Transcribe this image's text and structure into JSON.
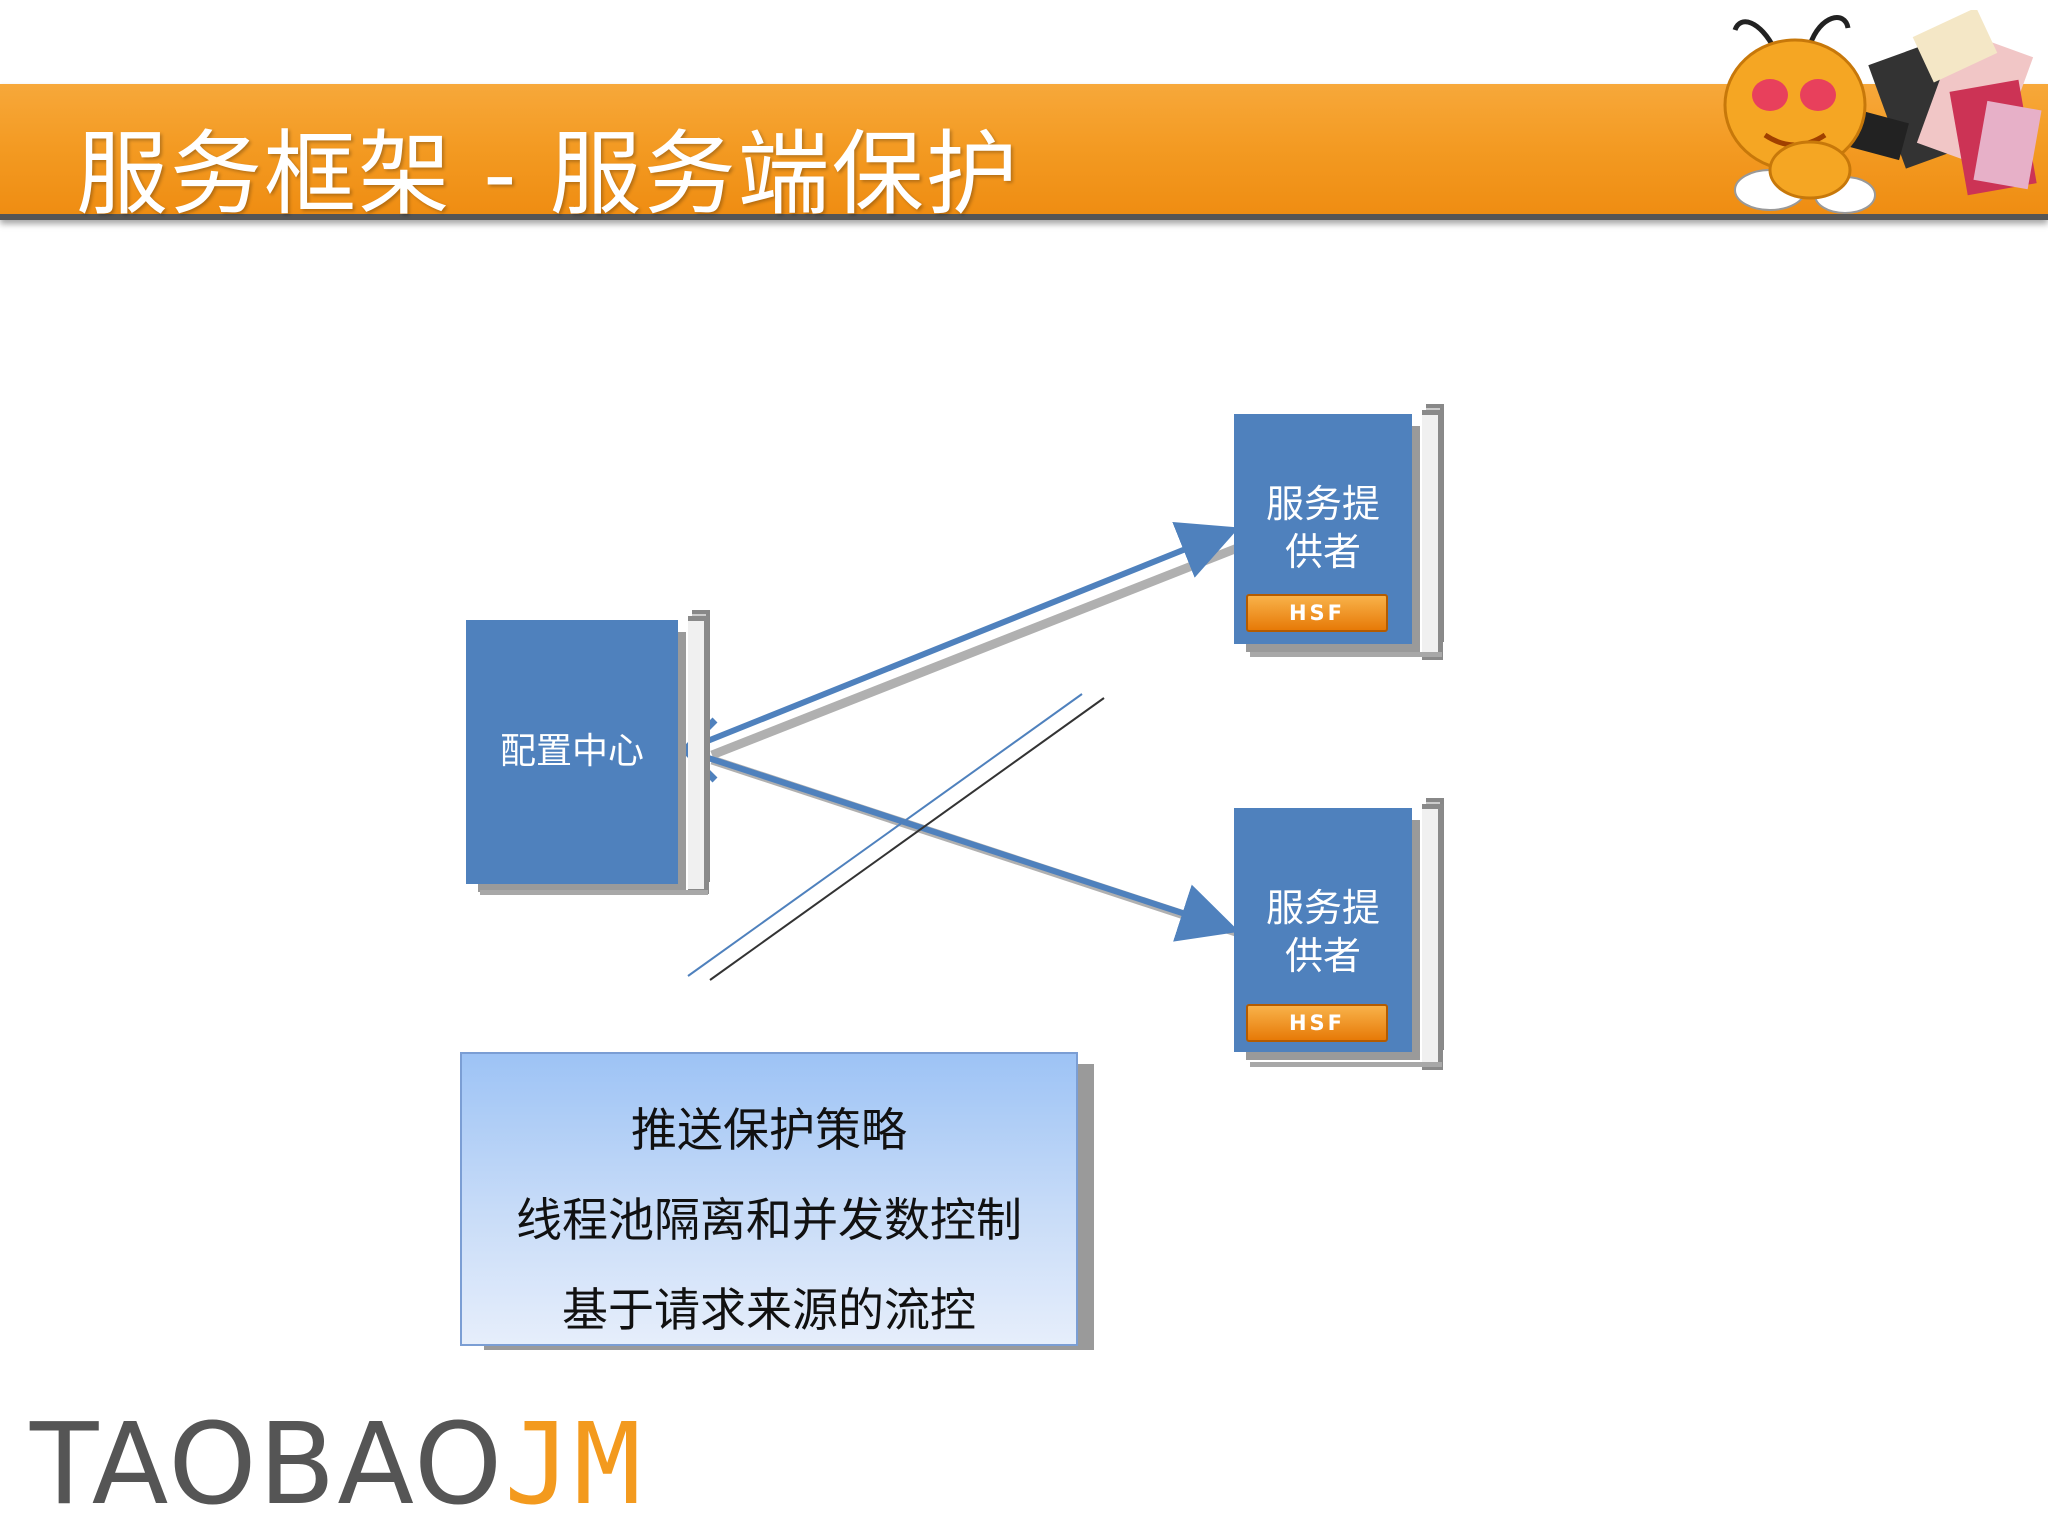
{
  "header": {
    "title": "服务框架 - 服务端保护"
  },
  "diagram": {
    "config_center": {
      "label": "配置中心"
    },
    "providers": [
      {
        "line1": "服务提",
        "line2": "供者",
        "badge": "HSF"
      },
      {
        "line1": "服务提",
        "line2": "供者",
        "badge": "HSF"
      }
    ]
  },
  "strategy": {
    "lines": [
      "推送保护策略",
      "线程池隔离和并发数控制",
      "基于请求来源的流控"
    ]
  },
  "footer": {
    "logo_part1": "TAOBAO",
    "logo_part2": "JM"
  },
  "colors": {
    "accent": "#f39a22",
    "node_blue": "#4f81bd",
    "logo_orange": "#f39a1e",
    "logo_gray": "#555555"
  }
}
